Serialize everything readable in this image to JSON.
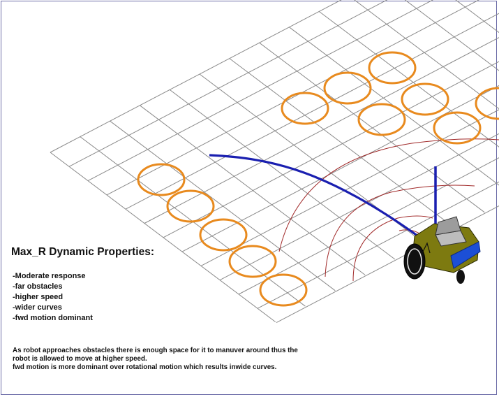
{
  "heading": "Max_R Dynamic Properties:",
  "properties": [
    "-Moderate response",
    "-far obstacles",
    "-higher speed",
    "-wider curves",
    "-fwd motion dominant"
  ],
  "description": [
    "As robot approaches obstacles there is enough space for it to manuver around thus the",
    "robot is allowed to move at higher speed.",
    "fwd motion is more dominant over rotational motion which results inwide curves."
  ],
  "colors": {
    "grid": "#8a8a8a",
    "obstacle": "#e88a1e",
    "trajectory": "#1a1fb0",
    "range_arc": "#a02828",
    "robot_body": "#7d7a10",
    "robot_bumper": "#1c4fd6"
  }
}
